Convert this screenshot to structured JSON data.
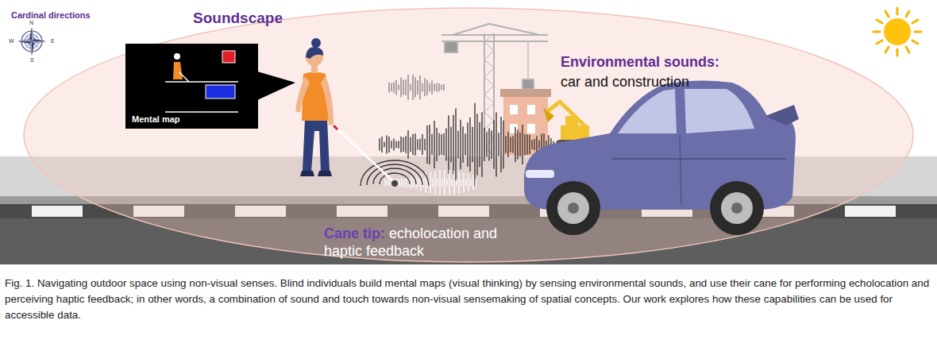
{
  "diagram": {
    "caption": "Fig. 1. Navigating outdoor space using non-visual senses. Blind individuals build mental maps (visual thinking) by sensing environmental sounds, and use their cane for performing echolocation and perceiving haptic feedback; in other words, a combination of sound and touch towards non-visual sensemaking of spatial concepts. Our work explores how these capabilities can be used for accessible data.",
    "nodes": [
      {
        "text": [
          "Mental map"
        ]
      }
    ],
    "labels": [
      "Cardinal directions",
      "N",
      "W",
      "E",
      "S",
      "Soundscape",
      "Environmental sounds:",
      "car and construction",
      "Cane tip:",
      "echolocation and haptic feedback"
    ]
  }
}
